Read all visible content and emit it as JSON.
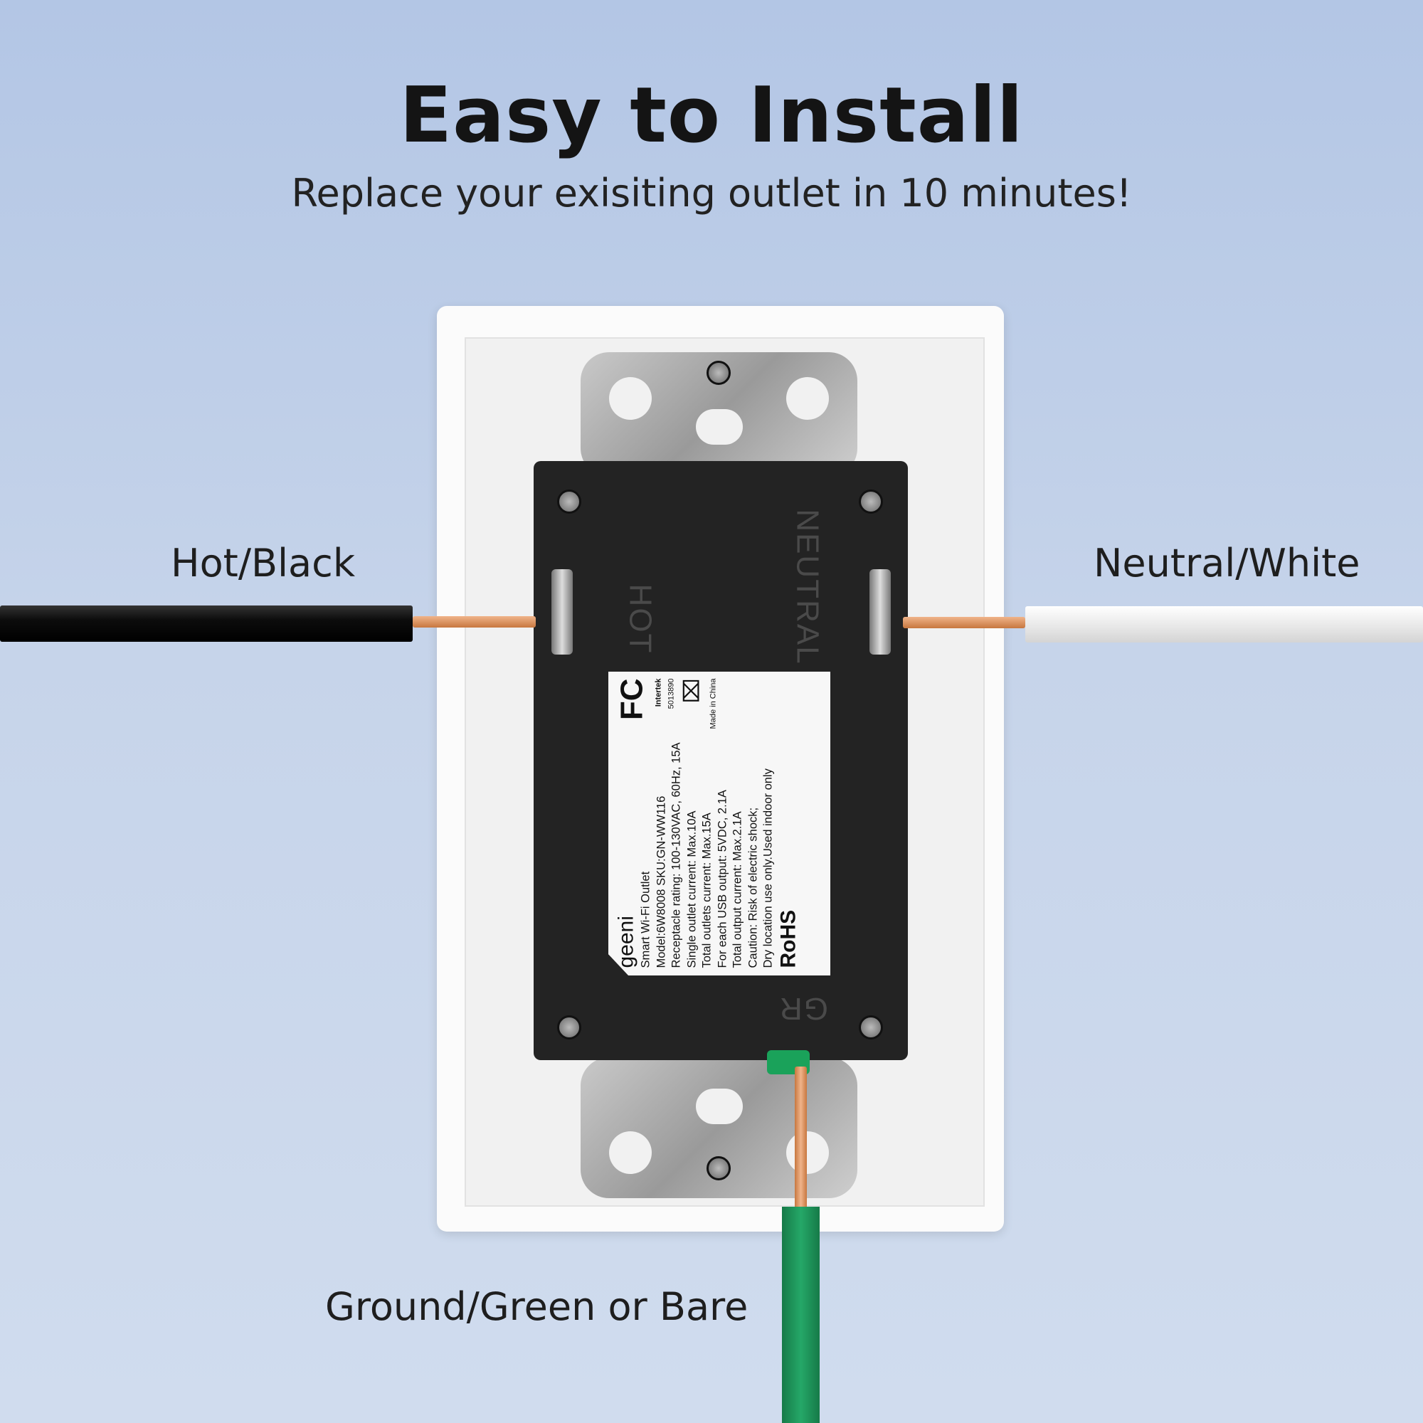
{
  "header": {
    "title": "Easy to Install",
    "subtitle": "Replace your exisiting outlet in 10 minutes!"
  },
  "wires": {
    "hot": "Hot/Black",
    "neutral": "Neutral/White",
    "ground": "Ground/Green or Bare"
  },
  "outlet": {
    "hot_mark": "HOT",
    "neutral_mark": "NEUTRAL",
    "ground_mark": "GR"
  },
  "label": {
    "brand": "geeni",
    "lines": [
      "Smart Wi-Fi  Outlet",
      "Model:6W8008     SKU:GN-WW116",
      "Receptacle rating: 100-130VAC, 60Hz, 15A",
      "Single outlet current: Max.10A",
      "Total outlets current: Max.15A",
      "For each USB output: 5VDC, 2.1A",
      "Total output current: Max.2.1A",
      "Caution: Risk of electric shock;",
      "Dry location use only.Used indoor only"
    ],
    "rohs": "RoHS",
    "fcc": "FC",
    "intertek": "Intertek",
    "intertek_no": "5013890",
    "made_in": "Made in China"
  },
  "colors": {
    "background": "#c6d4ea",
    "hot_wire": "#111111",
    "neutral_wire": "#ececec",
    "ground_wire": "#1f9a60",
    "copper": "#d58a5a"
  }
}
